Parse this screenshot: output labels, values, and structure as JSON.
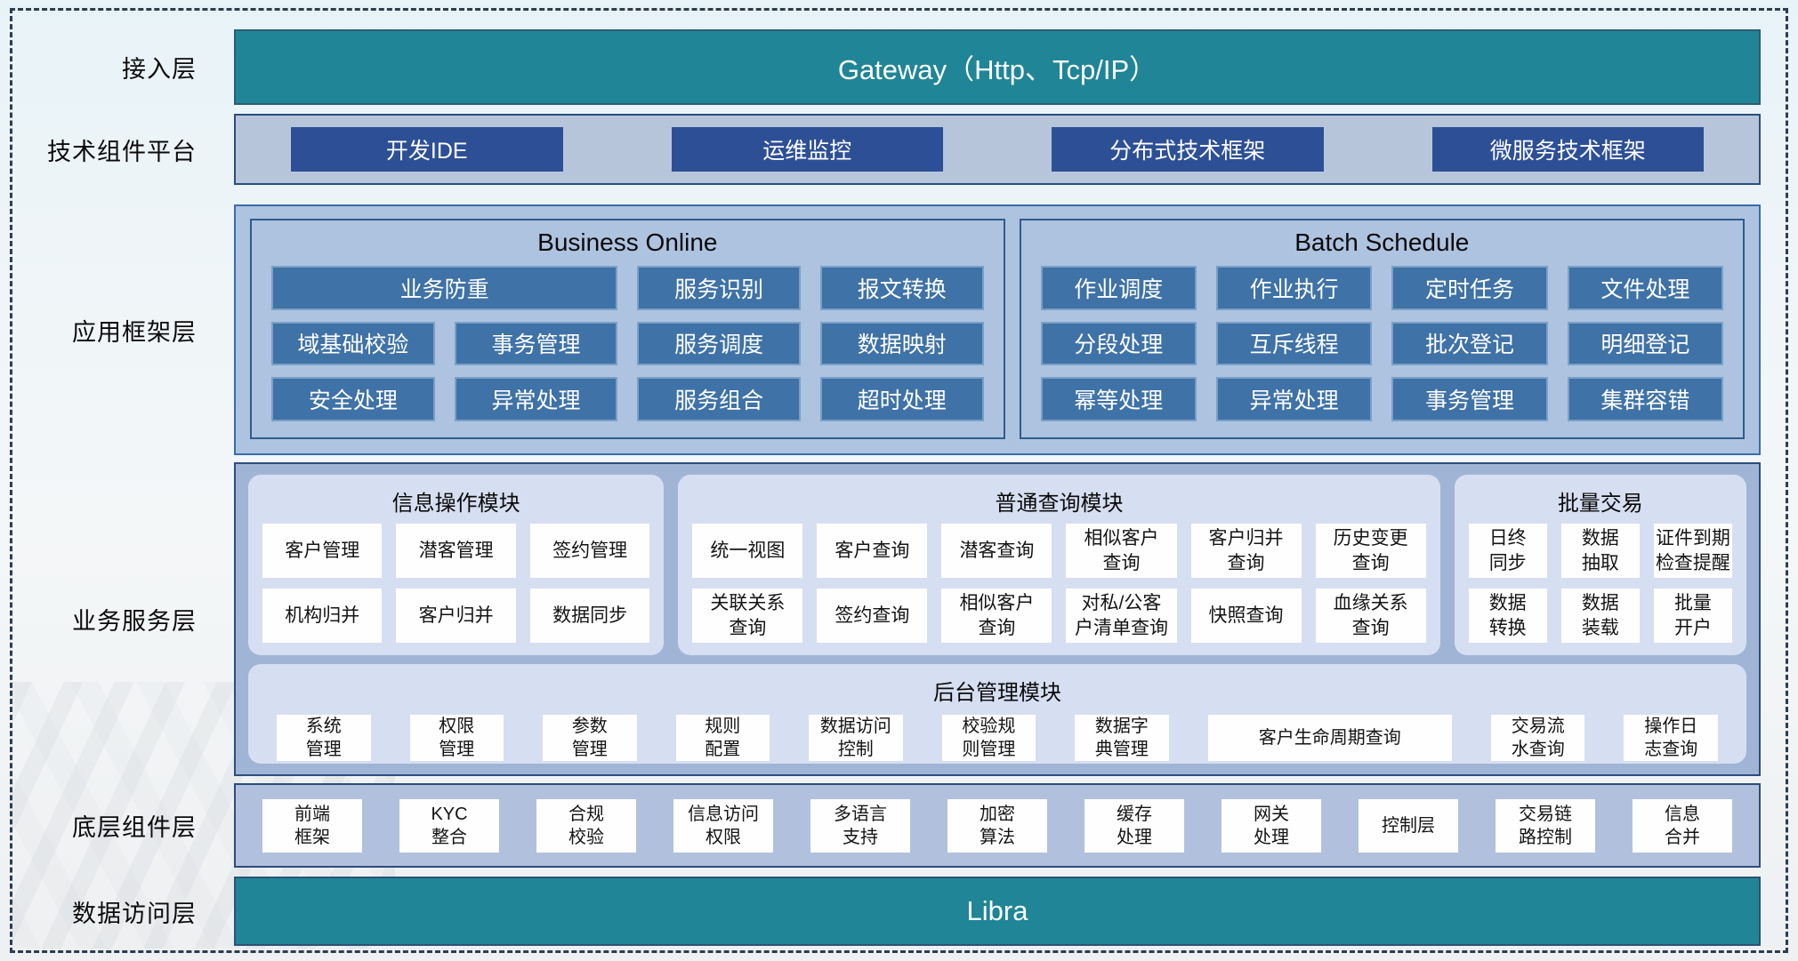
{
  "colors": {
    "teal": "#208596",
    "navy_button": "#2d4f96",
    "steel_button": "#3f72a6",
    "tech_panel_fill": "#b6c5da",
    "app_panel_fill": "#aec3e0",
    "service_panel_fill": "#a0b5d6",
    "module_fill": "#d6dff1",
    "border_navy": "#2c4d7d"
  },
  "left_labels": {
    "access": "接入层",
    "tech": "技术组件平台",
    "app": "应用框架层",
    "service": "业务服务层",
    "component": "底层组件层",
    "data": "数据访问层"
  },
  "access_layer": {
    "gateway": "Gateway（Http、Tcp/IP）"
  },
  "tech_platform": {
    "items": [
      "开发IDE",
      "运维监控",
      "分布式技术框架",
      "微服务技术框架"
    ]
  },
  "app_framework": {
    "business_online": {
      "title": "Business Online",
      "items": [
        "业务防重",
        "服务识别",
        "报文转换",
        "域基础校验",
        "事务管理",
        "服务调度",
        "数据映射",
        "安全处理",
        "异常处理",
        "服务组合",
        "超时处理"
      ]
    },
    "batch_schedule": {
      "title": "Batch Schedule",
      "items": [
        "作业调度",
        "作业执行",
        "定时任务",
        "文件处理",
        "分段处理",
        "互斥线程",
        "批次登记",
        "明细登记",
        "幂等处理",
        "异常处理",
        "事务管理",
        "集群容错"
      ]
    }
  },
  "business_service": {
    "info_module": {
      "title": "信息操作模块",
      "items": [
        "客户管理",
        "潜客管理",
        "签约管理",
        "机构归并",
        "客户归并",
        "数据同步"
      ]
    },
    "query_module": {
      "title": "普通查询模块",
      "items": [
        "统一视图",
        "客户查询",
        "潜客查询",
        "相似客户\n查询",
        "客户归并\n查询",
        "历史变更\n查询",
        "关联关系\n查询",
        "签约查询",
        "相似客户\n查询",
        "对私/公客\n户清单查询",
        "快照查询",
        "血缘关系\n查询"
      ]
    },
    "batch_module": {
      "title": "批量交易",
      "items": [
        "日终\n同步",
        "数据\n抽取",
        "证件到期\n检查提醒",
        "数据\n转换",
        "数据\n装载",
        "批量\n开户"
      ]
    },
    "admin_module": {
      "title": "后台管理模块",
      "items": [
        "系统\n管理",
        "权限\n管理",
        "参数\n管理",
        "规则\n配置",
        "数据访问\n控制",
        "校验规\n则管理",
        "数据字\n典管理",
        "客户生命周期查询",
        "交易流\n水查询",
        "操作日\n志查询"
      ]
    }
  },
  "bottom_components": {
    "items": [
      "前端\n框架",
      "KYC\n整合",
      "合规\n校验",
      "信息访问\n权限",
      "多语言\n支持",
      "加密\n算法",
      "缓存\n处理",
      "网关\n处理",
      "控制层",
      "交易链\n路控制",
      "信息\n合并"
    ]
  },
  "data_access_layer": {
    "label": "Libra"
  }
}
